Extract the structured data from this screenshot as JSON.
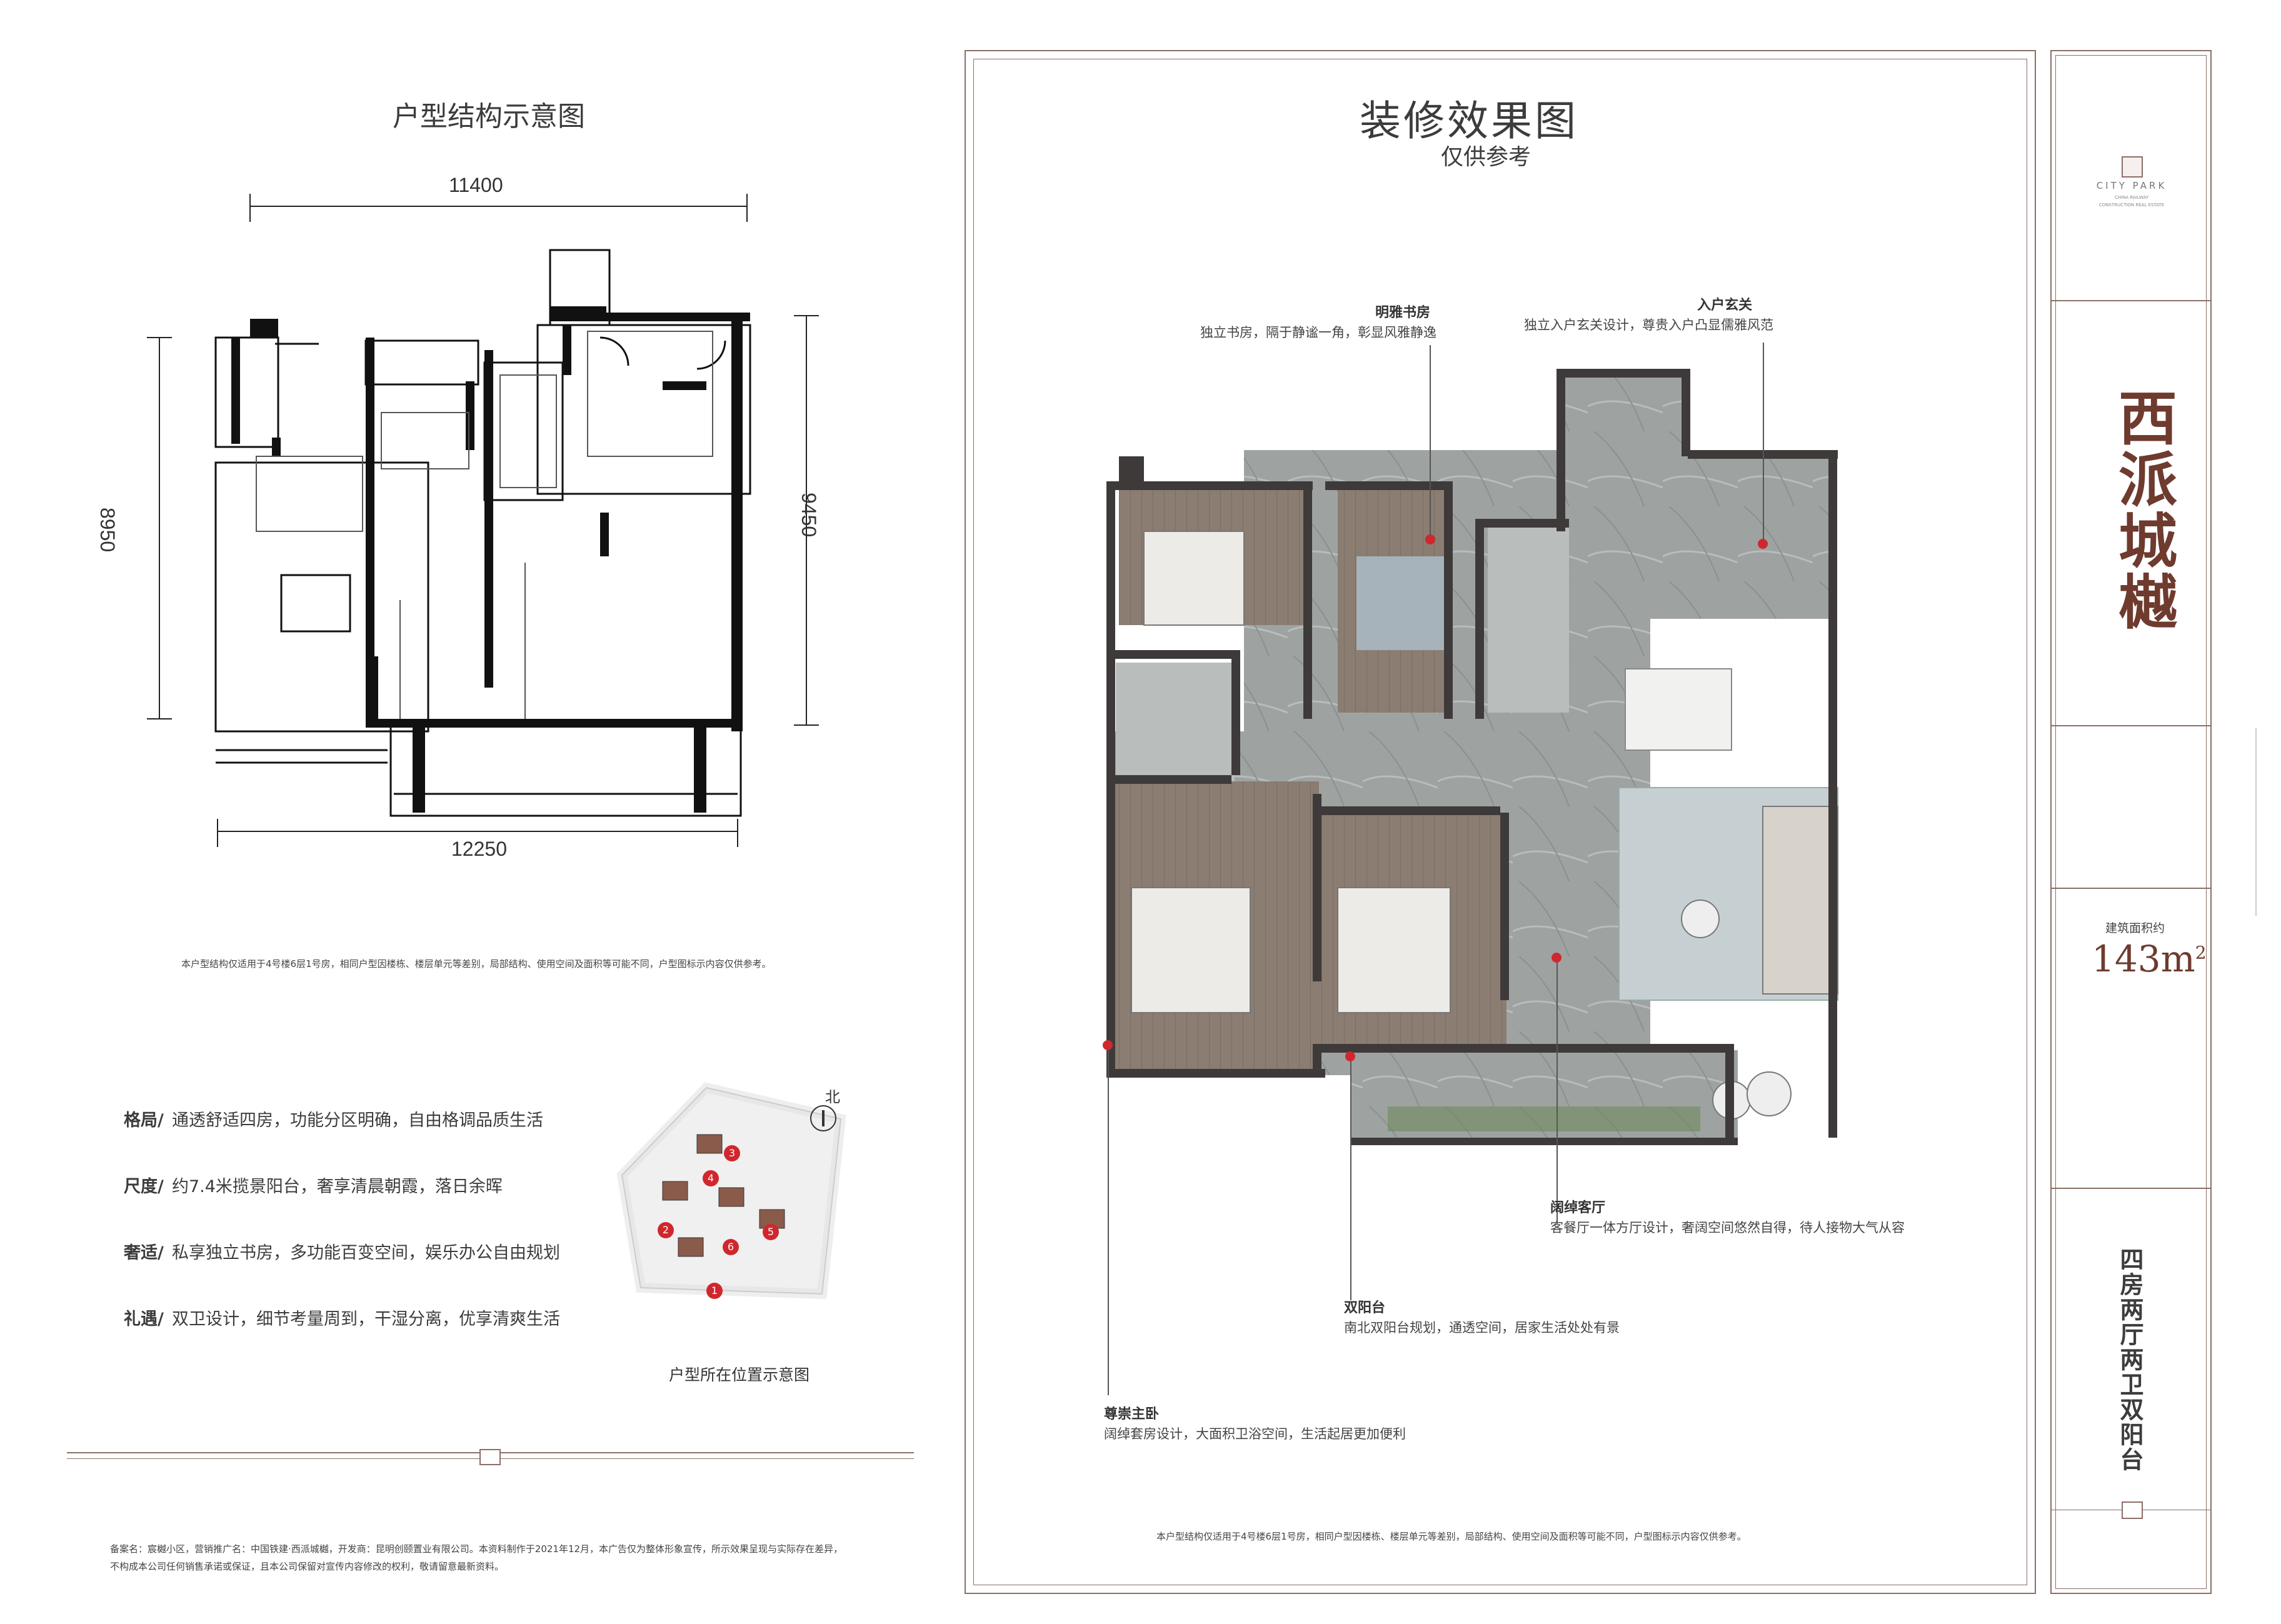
{
  "left": {
    "structure_title": "户型结构示意图",
    "dims": {
      "top": "11400",
      "left": "8950",
      "right": "9450",
      "bottom": "12250"
    },
    "disclaimer": "本户型结构仅适用于4号楼6层1号房，相同户型因楼栋、楼层单元等差别，局部结构、使用空间及面积等可能不同，户型图标示内容仅供参考。",
    "features": [
      {
        "label": "格局/",
        "text": "通透舒适四房，功能分区明确，自由格调品质生活"
      },
      {
        "label": "尺度/",
        "text": "约7.4米揽景阳台，奢享清晨朝霞，落日余晖"
      },
      {
        "label": "奢适/",
        "text": "私享独立书房，多功能百变空间，娱乐办公自由规划"
      },
      {
        "label": "礼遇/",
        "text": "双卫设计，细节考量周到，干湿分离，优享清爽生活"
      }
    ],
    "site_plan": {
      "north": "北",
      "caption": "户型所在位置示意图",
      "numbers": [
        "1",
        "2",
        "3",
        "4",
        "5",
        "6"
      ]
    },
    "footer_note_1": "备案名：宸樾小区，营销推广名：中国铁建·西派城樾，开发商：昆明创颐置业有限公司。本资料制作于2021年12月，本广告仅为整体形象宣传，所示效果呈现与实际存在差异，",
    "footer_note_2": "不构成本公司任何销售承诺或保证，且本公司保留对宣传内容修改的权利，敬请留意最新资料。"
  },
  "center": {
    "title": "装修效果图",
    "subtitle": "仅供参考",
    "annotations": {
      "study": {
        "title": "明雅书房",
        "text": "独立书房，隔于静谧一角，彰显风雅静逸"
      },
      "entry": {
        "title": "入户玄关",
        "text": "独立入户玄关设计，尊贵入户凸显儒雅风范"
      },
      "living": {
        "title": "阔绰客厅",
        "text": "客餐厅一体方厅设计，奢阔空间悠然自得，待人接物大气从容"
      },
      "balcony": {
        "title": "双阳台",
        "text": "南北双阳台规划，通透空间，居家生活处处有景"
      },
      "master": {
        "title": "尊崇主卧",
        "text": "阔绰套房设计，大面积卫浴空间，生活起居更加便利"
      }
    },
    "disclaimer": "本户型结构仅适用于4号楼6层1号房，相同户型因楼栋、楼层单元等差别，局部结构、使用空间及面积等可能不同，户型图标示内容仅供参考。"
  },
  "right": {
    "logo_text": "CITY PARK",
    "logo_sub_1": "CHINA RAILWAY",
    "logo_sub_2": "CONSTRUCTION REAL ESTATE",
    "project_name": "西派城樾",
    "area_label": "建筑面积约",
    "area_value": "143m",
    "area_sup": "2",
    "layout_desc": "四房两厅两卫双阳台"
  },
  "colors": {
    "frame": "#8a6f66",
    "accent_red": "#d0272e",
    "title_brown": "#6e3b2e"
  }
}
